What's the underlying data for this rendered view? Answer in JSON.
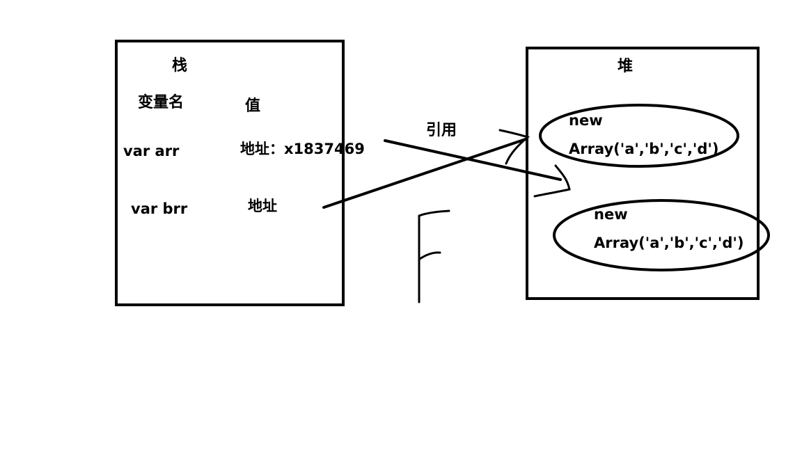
{
  "stack": {
    "title": "栈",
    "col_name": "变量名",
    "col_value": "值",
    "rows": [
      {
        "name": "var arr",
        "value": "地址：x1837469"
      },
      {
        "name": "var brr",
        "value": "地址"
      }
    ]
  },
  "heap": {
    "title": "堆",
    "objects": [
      {
        "line1": "new",
        "line2": "Array('a','b','c','d')"
      },
      {
        "line1": "new",
        "line2": "Array('a','b','c','d')"
      }
    ]
  },
  "reference_label": "引用",
  "colors": {
    "ink": "#000000",
    "background": "#ffffff"
  }
}
